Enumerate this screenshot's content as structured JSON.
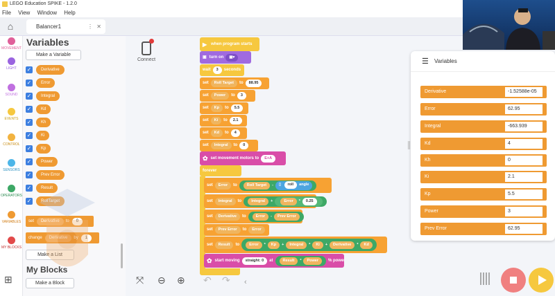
{
  "app": {
    "title": "LEGO Education SPIKE - 1.2.0"
  },
  "menu": [
    "File",
    "View",
    "Window",
    "Help"
  ],
  "tab": {
    "name": "Balancer1"
  },
  "categories": [
    "MOVEMENT",
    "LIGHT",
    "SOUND",
    "EVENTS",
    "CONTROL",
    "SENSORS",
    "OPERATORS",
    "VARIABLES",
    "MY BLOCKS"
  ],
  "category_colors": [
    "#e0609a",
    "#9a64e0",
    "#c070e0",
    "#f6c83f",
    "#f2b340",
    "#4db6e8",
    "#3da866",
    "#ef9a32",
    "#e24a4a"
  ],
  "palette": {
    "title": "Variables",
    "make_variable": "Make a Variable",
    "variables": [
      "Derivative",
      "Error",
      "Integral",
      "Kd",
      "Kh",
      "Ki",
      "Kp",
      "Power",
      "Prev Error",
      "Result",
      "RollTarget"
    ],
    "set_block": {
      "cmd": "set",
      "var": "Derivative",
      "to": "to",
      "val": "0"
    },
    "change_block": {
      "cmd": "change",
      "var": "Derivative",
      "by": "by",
      "val": "1"
    },
    "make_list": "Make a List",
    "myblocks_title": "My Blocks",
    "make_block": "Make a Block"
  },
  "connect": {
    "label": "Connect"
  },
  "script": {
    "hat": "when program starts",
    "turn_on": "turn on",
    "wait": {
      "cmd": "wait",
      "val": "3",
      "unit": "seconds"
    },
    "sets": [
      {
        "var": "Roll Target",
        "val": "88.95"
      },
      {
        "var": "Power",
        "val": "3"
      },
      {
        "var": "Kp",
        "val": "5.5"
      },
      {
        "var": "Ki",
        "val": "2.1"
      },
      {
        "var": "Kd",
        "val": "4"
      },
      {
        "var": "Integral",
        "val": "0"
      }
    ],
    "set_word": "set",
    "to_word": "to",
    "motors": {
      "text": "set movement motors to",
      "val": "E+A"
    },
    "forever": "forever",
    "loop": {
      "error": {
        "var": "Error",
        "left": "Roll Target",
        "op": "-",
        "sensor": "roll",
        "sensor_suffix": "angle"
      },
      "integral": {
        "var": "Integral",
        "a": "Integral",
        "op1": "+",
        "b": "Error",
        "op2": "*",
        "c": "0.25"
      },
      "derivative": {
        "var": "Derivative",
        "a": "Error",
        "op": "-",
        "b": "Prev Error"
      },
      "preverr": {
        "var": "Prev Error",
        "val": "Error"
      },
      "result": {
        "var": "Result",
        "terms": [
          "Error",
          "*",
          "Kp",
          "+",
          "Integral",
          "*",
          "Ki",
          "+",
          "Derivative",
          "*",
          "Kd"
        ]
      },
      "move": {
        "text": "start moving",
        "dir": "straight: 0",
        "at": "at",
        "a": "Result",
        "op": "*",
        "b": "Power",
        "unit": "% power"
      }
    }
  },
  "var_panel": {
    "title": "Variables",
    "items": [
      {
        "name": "Derivative",
        "value": "-1.52588e-05"
      },
      {
        "name": "Error",
        "value": "62.95"
      },
      {
        "name": "Integral",
        "value": "-663.939"
      },
      {
        "name": "Kd",
        "value": "4"
      },
      {
        "name": "Kh",
        "value": "0"
      },
      {
        "name": "Ki",
        "value": "2.1"
      },
      {
        "name": "Kp",
        "value": "5.5"
      },
      {
        "name": "Power",
        "value": "3"
      },
      {
        "name": "Prev Error",
        "value": "62.95"
      }
    ]
  },
  "colors": {
    "variables": "#ef9a32",
    "events": "#f6c83f",
    "operators": "#3da866",
    "motors": "#d94da8"
  },
  "icons": [
    "home-icon",
    "hub-icon",
    "fit-icon",
    "zoom-out-icon",
    "zoom-in-icon",
    "undo-icon",
    "redo-icon",
    "stop-icon",
    "play-icon",
    "variables-sliders-icon"
  ]
}
